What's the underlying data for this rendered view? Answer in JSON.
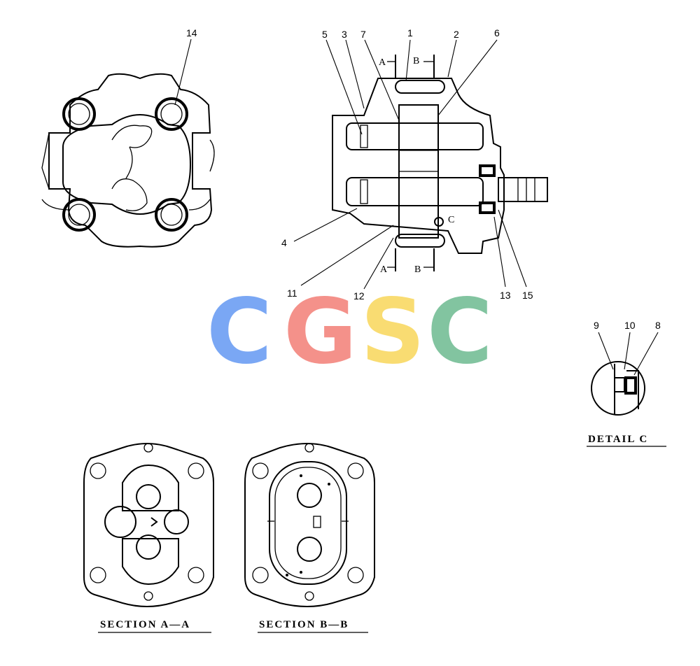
{
  "callouts": {
    "c1": "1",
    "c2": "2",
    "c3": "3",
    "c4": "4",
    "c5": "5",
    "c6": "6",
    "c7": "7",
    "c8": "8",
    "c9": "9",
    "c10": "10",
    "c11": "11",
    "c12": "12",
    "c13": "13",
    "c14": "14",
    "c15": "15"
  },
  "section_marks": {
    "a_top": "A",
    "b_top": "B",
    "a_bottom": "A",
    "b_bottom": "B",
    "detail_letter": "C"
  },
  "captions": {
    "section_aa": "SECTION A—A",
    "section_bb": "SECTION B—B",
    "detail_c": "DETAIL C"
  },
  "watermark": {
    "letters": [
      "C",
      "G",
      "S",
      "C"
    ],
    "colors": [
      "#7aa7f4",
      "#f4918a",
      "#f9dc72",
      "#82c4a0"
    ]
  }
}
